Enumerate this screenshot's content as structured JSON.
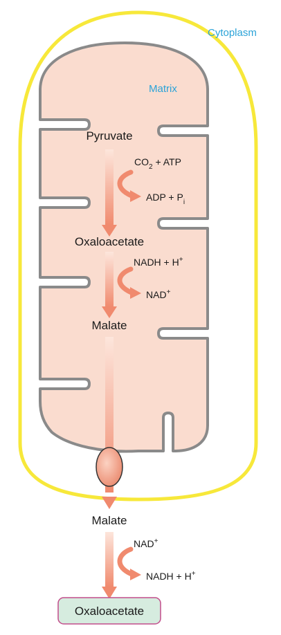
{
  "colors": {
    "outer_membrane": "#f7e83a",
    "inner_membrane": "#8a8a8a",
    "matrix_fill": "#fadccf",
    "region_label": "#2ba3d8",
    "arrow": "#f08a6e",
    "transporter": "#f29a80",
    "final_box_fill": "#d6ecdf",
    "final_box_border": "#c24d8b"
  },
  "regions": {
    "cytoplasm": "Cytoplasm",
    "matrix": "Matrix"
  },
  "metabolites": {
    "pyruvate": "Pyruvate",
    "oxaloacetate_matrix": "Oxaloacetate",
    "malate_matrix": "Malate",
    "malate_cytoplasm": "Malate",
    "oxaloacetate_cytoplasm": "Oxaloacetate"
  },
  "reaction_1": {
    "input_a": "CO",
    "input_a_sub": "2",
    "input_b": " + ATP",
    "output_a": "ADP + P",
    "output_a_sub": "i"
  },
  "reaction_2": {
    "input": "NADH + H",
    "input_sup": "+",
    "output": "NAD",
    "output_sup": "+"
  },
  "reaction_3": {
    "input": "NAD",
    "input_sup": "+",
    "output": "NADH + H",
    "output_sup": "+"
  },
  "icons": [
    "malate-transporter-icon",
    "reaction-arrow-icon"
  ]
}
